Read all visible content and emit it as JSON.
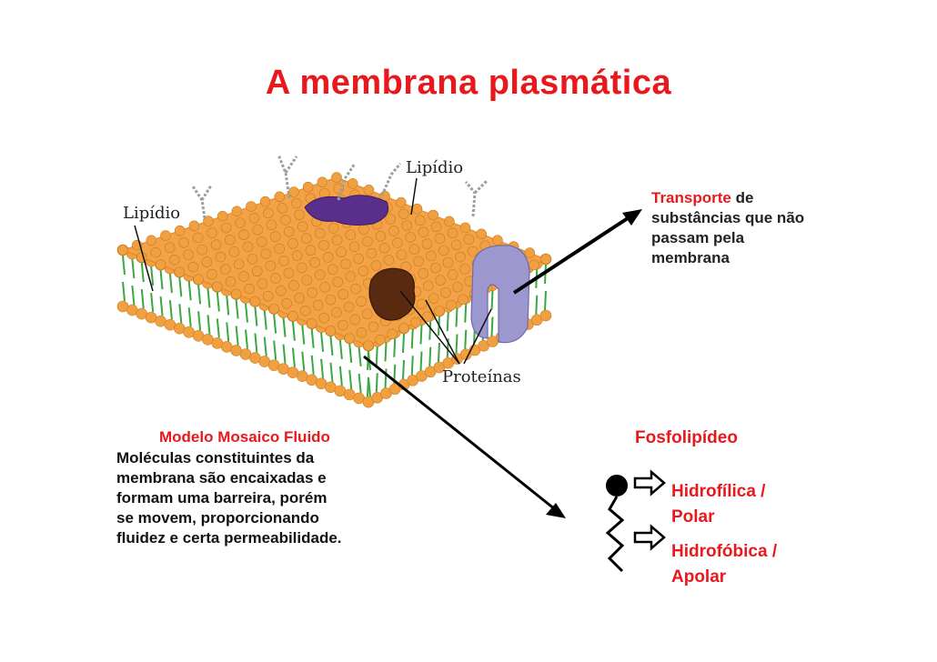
{
  "title": "A membrana plasmática",
  "diagram_labels": {
    "lipid_left": "Lipídio",
    "lipid_top": "Lipídio",
    "proteins": "Proteínas"
  },
  "transport": {
    "highlight": "Transporte",
    "line1_rest": " de",
    "line2": "substâncias que não",
    "line3": "passam pela",
    "line4": "membrana"
  },
  "model": {
    "title": "Modelo Mosaico Fluido",
    "lines": [
      "Moléculas constituintes da",
      "membrana são encaixadas e",
      "formam uma barreira, porém",
      "se movem, proporcionando",
      "fluidez e certa permeabilidade."
    ]
  },
  "phospholipid": {
    "title": "Fosfolipídeo",
    "head_line1": "Hidrofílica /",
    "head_line2": "Polar",
    "tail_line1": "Hidrofóbica /",
    "tail_line2": "Apolar"
  },
  "colors": {
    "title": "#e8191c",
    "heads": "#f0a040",
    "tails": "#3aa840",
    "channel_protein": "#9d97d0",
    "carrier_protein": "#5a2a10",
    "surface_protein": "#5a2f8c"
  }
}
